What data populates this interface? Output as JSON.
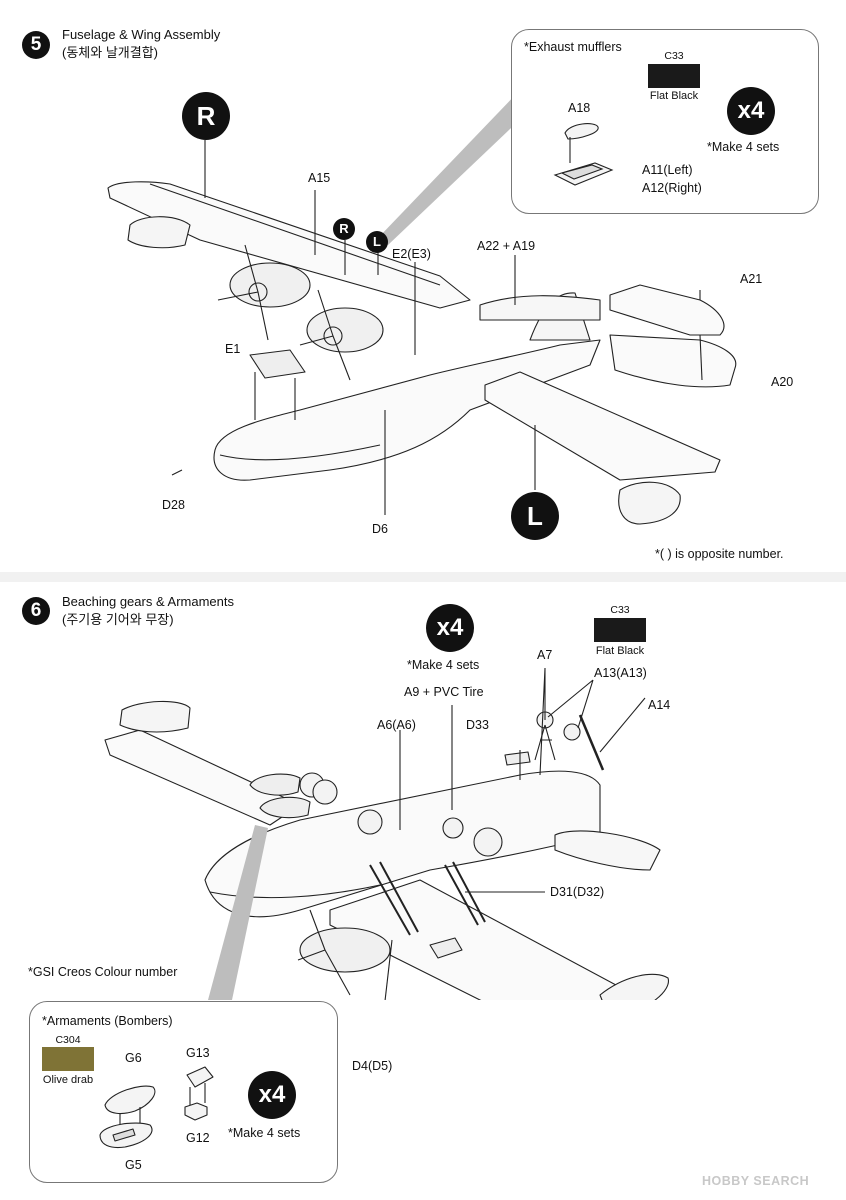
{
  "step5": {
    "number": "5",
    "title": "Fuselage & Wing Assembly",
    "subtitle_kr": "(동체와 날개결합)",
    "markers": {
      "right": "R",
      "left": "L"
    },
    "callout": {
      "title": "*Exhaust mufflers",
      "swatch": {
        "code": "C33",
        "name": "Flat Black",
        "color": "#1a1a1a"
      },
      "parts": {
        "top": "A18",
        "left": "A11(Left)",
        "right": "A12(Right)"
      },
      "multiplier": "x4",
      "note": "*Make 4 sets"
    },
    "labels": {
      "a15": "A15",
      "e2": "E2(E3)",
      "a22": "A22 + A19",
      "a21": "A21",
      "e1": "E1",
      "a20": "A20",
      "d28": "D28",
      "d6": "D6"
    },
    "footnote": "*(   ) is opposite number."
  },
  "step6": {
    "number": "6",
    "title": "Beaching gears & Armaments",
    "subtitle_kr": "(주기용 기어와 무장)",
    "multiplier": "x4",
    "note": "*Make 4 sets",
    "swatch": {
      "code": "C33",
      "name": "Flat Black",
      "color": "#1a1a1a"
    },
    "labels": {
      "a9": "A9 + PVC Tire",
      "a7": "A7",
      "a13": "A13(A13)",
      "a6": "A6(A6)",
      "d33": "D33",
      "a14": "A14",
      "d31": "D31(D32)",
      "d4": "D4(D5)"
    },
    "gsi_note": "*GSI Creos Colour number",
    "callout": {
      "title": "*Armaments (Bombers)",
      "swatch": {
        "code": "C304",
        "name": "Olive drab",
        "color": "#7f7336"
      },
      "parts": {
        "g6": "G6",
        "g13": "G13",
        "g12": "G12",
        "g5": "G5"
      },
      "multiplier": "x4",
      "note": "*Make 4 sets"
    }
  },
  "watermark": "HOBBY SEARCH"
}
